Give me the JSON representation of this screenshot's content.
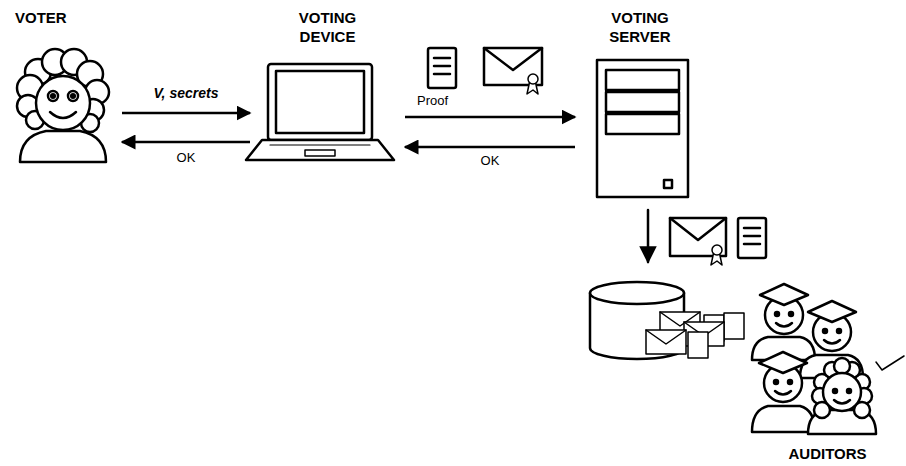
{
  "diagram": {
    "nodes": [
      {
        "text": [
          "VOTER"
        ]
      },
      {
        "text": [
          "VOTING DEVICE"
        ]
      },
      {
        "text": [
          "VOTING SERVER"
        ]
      },
      {
        "text": [
          "AUDITORS"
        ]
      }
    ],
    "edges": [
      {
        "from": 0,
        "to": 1,
        "label": "V, secrets",
        "arrow": "to"
      },
      {
        "from": 1,
        "to": 0,
        "label": "OK",
        "arrow": "to"
      },
      {
        "from": 1,
        "to": 2,
        "arrow": "to"
      },
      {
        "from": 2,
        "to": 1,
        "label": "OK",
        "arrow": "to"
      }
    ],
    "labels": [
      "Proof"
    ]
  }
}
